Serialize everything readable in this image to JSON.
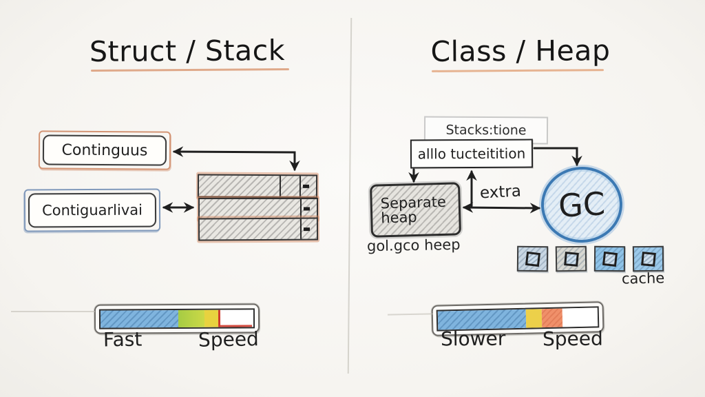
{
  "left": {
    "title": "Struct / Stack",
    "boxes": {
      "top": "Continguus",
      "bottom": "Contiguarlivai"
    },
    "speed_bar": {
      "label": "Fast",
      "axis": "Speed",
      "segments": [
        {
          "color": "#7fb4de",
          "pct": 51
        },
        {
          "color": "#c4dc4e",
          "pct": 17
        },
        {
          "color": "#e8d23f",
          "pct": 9
        },
        {
          "color": "#ffffff",
          "pct": 23
        }
      ]
    }
  },
  "right": {
    "title": "Class / Heap",
    "stack_note": "Stacks:tione",
    "alloc_label": "alllo tucteitition",
    "heap_line1": "Separate",
    "heap_line2": "heap",
    "heap_caption": "gol.gco heep",
    "extra_label": "extra",
    "gc_label": "GC",
    "cache_label": "cache",
    "cache_cells": [
      "#c9d7e3",
      "#d8d8d2",
      "#8fc3e8",
      "#9ccaeb"
    ],
    "speed_bar": {
      "label": "Slower",
      "axis": "Speed",
      "segments": [
        {
          "color": "#7fb4de",
          "pct": 55
        },
        {
          "color": "#ecd04a",
          "pct": 10
        },
        {
          "color": "#f0906a",
          "pct": 13
        },
        {
          "color": "#ffffff",
          "pct": 22
        }
      ]
    }
  },
  "colors": {
    "ink": "#1f1f1f",
    "accent_orange": "#c7734a",
    "accent_blue": "#4a80b5",
    "underline": "#dfa98a",
    "tick_red": "#cf3a2c"
  }
}
